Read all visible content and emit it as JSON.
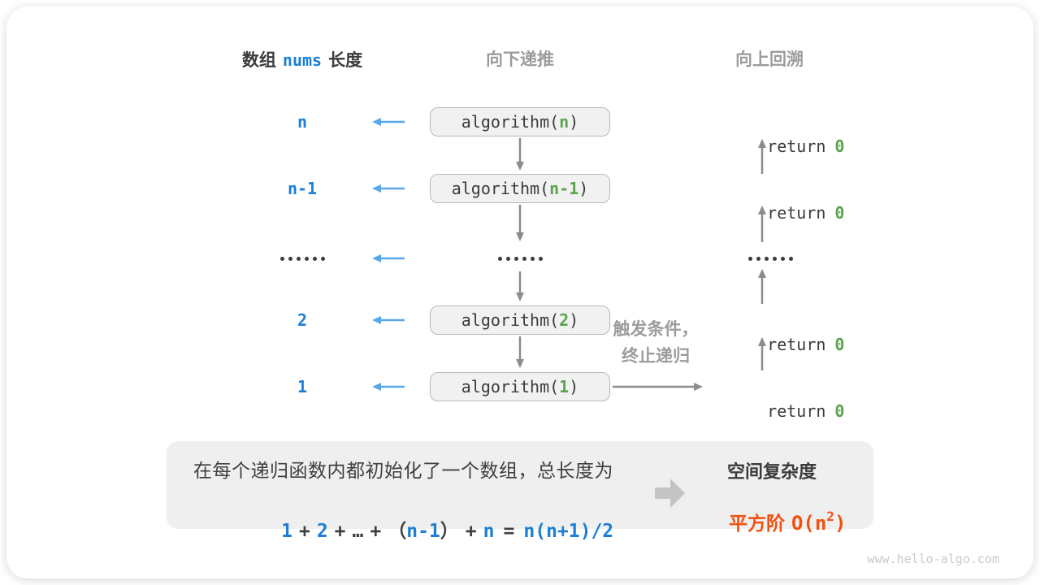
{
  "colors": {
    "accent_blue": "#1b7fd6",
    "arrow_light_blue": "#58a7e8",
    "code_green": "#5ba44d",
    "result_orange": "#f2500f",
    "text_dark": "#3b3b3b",
    "label_gray": "#9c9c9c",
    "arrow_gray": "#8c8c8c",
    "box_fill": "#f1f1f1",
    "summary_fill": "#efefef"
  },
  "headers": {
    "left_pre": "数组",
    "left_code": "nums",
    "left_post": "长度",
    "middle": "向下递推",
    "right": "向上回溯"
  },
  "rows": [
    {
      "label": "n",
      "call_open": "algorithm(",
      "arg": "n",
      "call_close": ")",
      "ret_kw": "return",
      "ret_val": "0"
    },
    {
      "label": "n-1",
      "call_open": "algorithm(",
      "arg": "n-1",
      "call_close": ")",
      "ret_kw": "return",
      "ret_val": "0"
    },
    {
      "label": "......",
      "mid_dots": "......",
      "right_dots": "......"
    },
    {
      "label": "2",
      "call_open": "algorithm(",
      "arg": "2",
      "call_close": ")",
      "ret_kw": "return",
      "ret_val": "0"
    },
    {
      "label": "1",
      "call_open": "algorithm(",
      "arg": "1",
      "call_close": ")",
      "ret_kw": "return",
      "ret_val": "0"
    }
  ],
  "trigger_note": {
    "line1": "触发条件，",
    "line2": "终止递归"
  },
  "summary": {
    "line1": "在每个递归函数内都初始化了一个数组，总长度为",
    "formula": {
      "t1": "1",
      "op1": "+",
      "t2": "2",
      "op2": "+",
      "ellipsis": "…",
      "op3": "+",
      "paren_open": "（",
      "t3": "n-1",
      "paren_close": "）",
      "op4": "+",
      "t4": "n",
      "eq": "=",
      "t5": "n(n+1)/2"
    },
    "result_title": "空间复杂度",
    "result_order": "平方阶",
    "result_o_open": "O(n",
    "result_sup": "2",
    "result_o_close": ")"
  },
  "watermark": "www.hello-algo.com"
}
